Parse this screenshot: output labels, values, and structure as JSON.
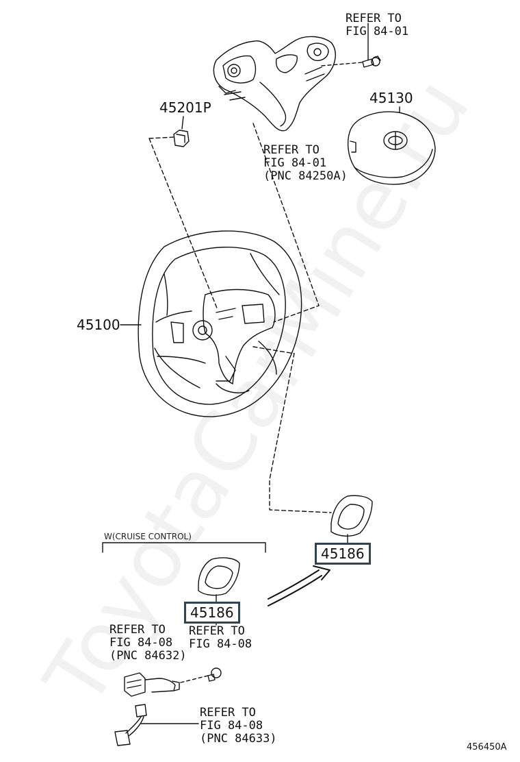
{
  "refs": {
    "top_fig": [
      "REFER TO",
      "FIG 84-01"
    ],
    "spoke_cover": [
      "REFER TO",
      "FIG 84-01",
      "(PNC 84250A)"
    ],
    "cruise_switch": [
      "REFER TO",
      "FIG 84-08",
      "(PNC 84632)"
    ],
    "cruise_screw": [
      "REFER TO",
      "FIG 84-08"
    ],
    "harness": [
      "REFER TO",
      "FIG 84-08",
      "(PNC 84633)"
    ]
  },
  "parts": {
    "nut": "45201P",
    "airbag": "45130",
    "wheel": "45100",
    "cover_right": "45186",
    "cover_left": "45186"
  },
  "condition": "W(CRUISE CONTROL)",
  "figure_id": "456450A",
  "watermark": "ToyotaCarMine.ru"
}
